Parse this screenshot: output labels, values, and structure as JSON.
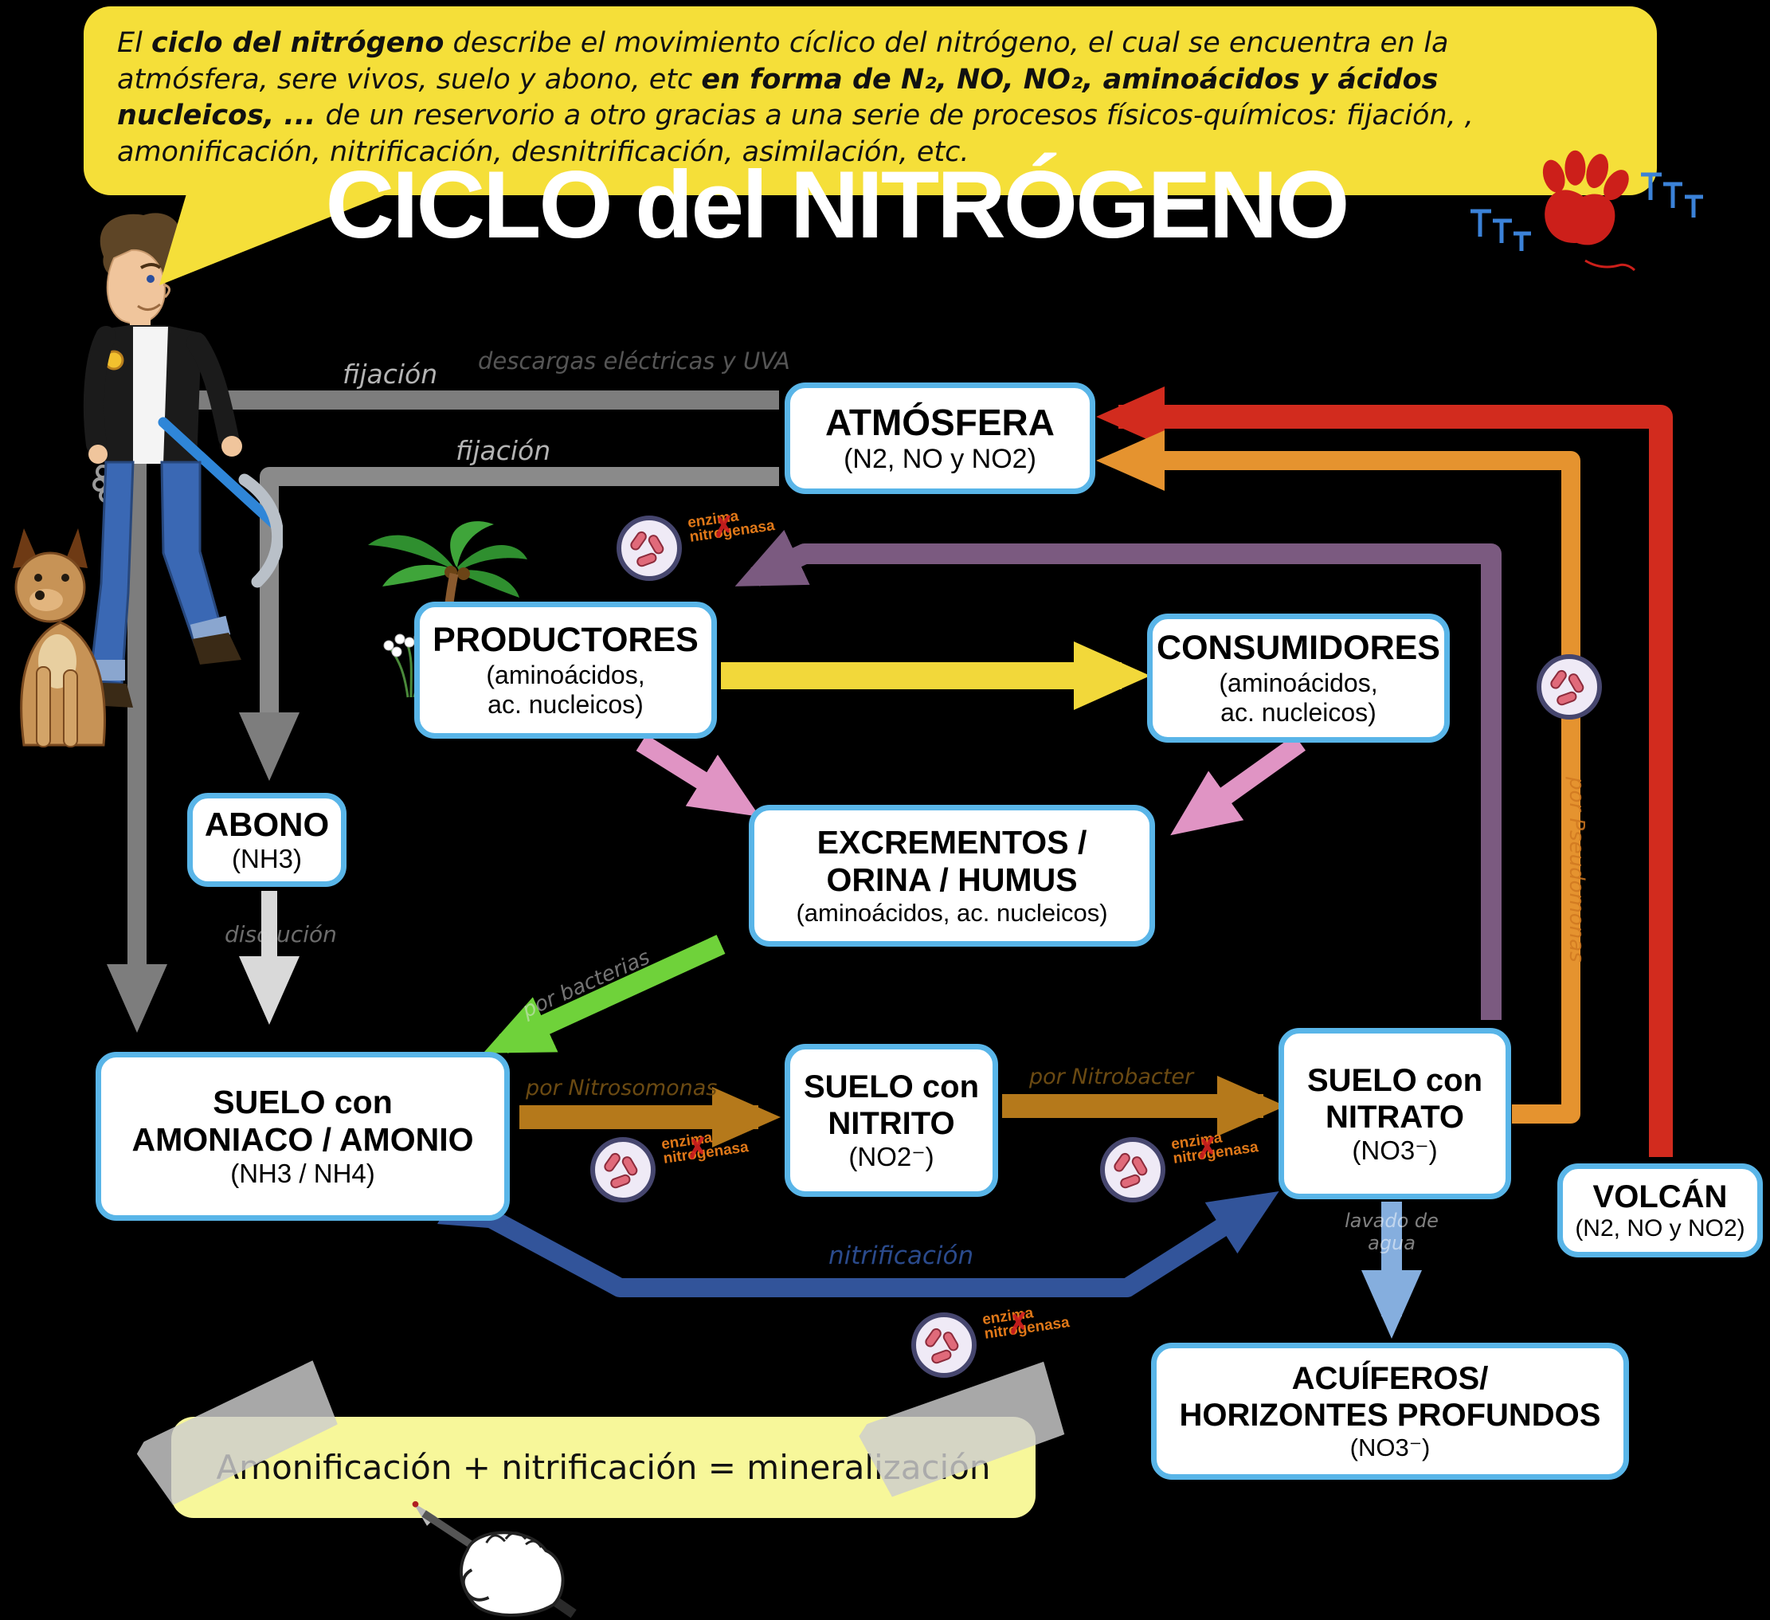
{
  "title": "CICLO del NITRÓGENO",
  "bubble": {
    "lines": [
      [
        {
          "t": "El ",
          "b": false
        },
        {
          "t": "ciclo del nitrógeno",
          "b": true
        },
        {
          "t": " describe el movimiento cíclico del nitrógeno, el cual se encuentra en la",
          "b": false
        }
      ],
      [
        {
          "t": "atmósfera, sere vivos, suelo y abono, etc ",
          "b": false
        },
        {
          "t": "en forma de N₂, NO, NO₂, aminoácidos y ácidos",
          "b": true
        }
      ],
      [
        {
          "t": "nucleicos, ... ",
          "b": true
        },
        {
          "t": "de un reservorio a otro gracias a una serie de procesos físicos-químicos: fijación, ,",
          "b": false
        }
      ],
      [
        {
          "t": "amonificación, nitrificación, desnitrificación, asimilación, etc.",
          "b": false
        }
      ]
    ]
  },
  "boxes": {
    "atmosfera": {
      "title": "ATMÓSFERA",
      "sub": "(N2, NO y NO2)"
    },
    "productores": {
      "title": "PRODUCTORES",
      "sub1": "(aminoácidos,",
      "sub2": "ac. nucleicos)"
    },
    "consumidores": {
      "title": "CONSUMIDORES",
      "sub1": "(aminoácidos,",
      "sub2": "ac. nucleicos)"
    },
    "abono": {
      "title": "ABONO",
      "sub": "(NH3)"
    },
    "excrementos": {
      "title1": "EXCREMENTOS /",
      "title2": "ORINA / HUMUS",
      "sub": "(aminoácidos, ac. nucleicos)"
    },
    "suelo_amoniaco": {
      "title1": "SUELO con",
      "title2": "AMONIACO / AMONIO",
      "sub": "(NH3 / NH4)"
    },
    "suelo_nitrito": {
      "title1": "SUELO con",
      "title2": "NITRITO",
      "sub": "(NO2⁻)"
    },
    "suelo_nitrato": {
      "title1": "SUELO con",
      "title2": "NITRATO",
      "sub": "(NO3⁻)"
    },
    "volcan": {
      "title": "VOLCÁN",
      "sub": "(N2, NO y NO2)"
    },
    "acuiferos": {
      "title1": "ACUÍFEROS/",
      "title2": "HORIZONTES PROFUNDOS",
      "sub": "(NO3⁻)"
    }
  },
  "arrow_labels": {
    "fijacion1": "fijación",
    "fijacion2": "fijación",
    "descargas": "descargas eléctricas y UVA",
    "disolucion": "disolución",
    "amonificacion": "por bacterias",
    "nitrosomonas": "por Nitrosomonas",
    "nitrobacter": "por Nitrobacter",
    "nitrificacion": "nitrificación",
    "pseudomonas": "por Pseudomonas",
    "lavado1": "lavado de",
    "lavado2": "agua"
  },
  "bacteria": {
    "line1": "enzima",
    "line2": "nitrogenasa",
    "x": "✗"
  },
  "bottom_note": "Amonificación + nitrificación = mineralización",
  "colors": {
    "box_border": "#59b5e8",
    "bubble": "#f5df39",
    "note_bg": "#f7f79a",
    "paw": "#cc1f1a",
    "arrow_gray": "#7d7d7d",
    "arrow_red": "#d22b1e",
    "arrow_orange": "#e5932f",
    "arrow_purple": "#7b5a80",
    "arrow_yellow": "#f2d83a",
    "arrow_pink": "#e094c4",
    "arrow_green": "#6fd23a",
    "arrow_brown": "#b5791b",
    "arrow_navy": "#32549a",
    "arrow_steel": "#85aede"
  }
}
